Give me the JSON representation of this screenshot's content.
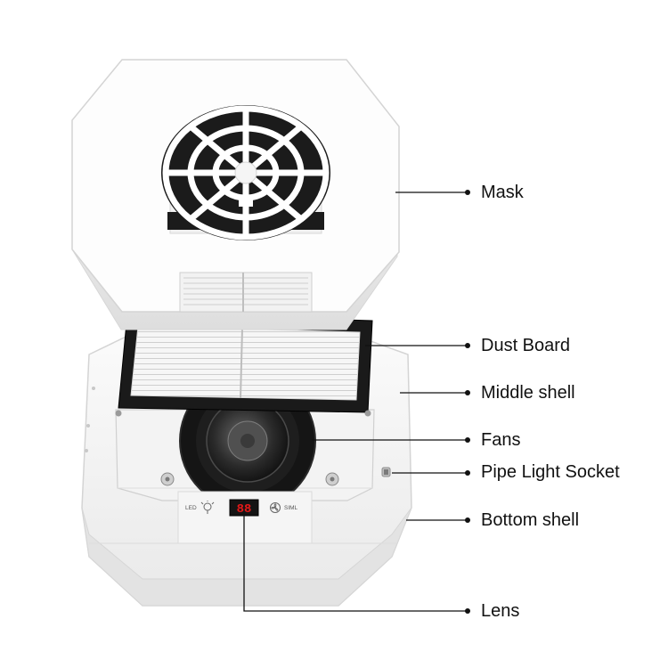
{
  "callouts": {
    "mask": "Mask",
    "dust_board": "Dust Board",
    "middle_shell": "Middle shell",
    "fans": "Fans",
    "pipe_light_socket": "Pipe Light Socket",
    "bottom_shell": "Bottom shell",
    "lens": "Lens"
  },
  "control_panel": {
    "led_label": "LED",
    "display_value": "88",
    "fan_label": "SIML"
  },
  "colors": {
    "leader_line": "#111111",
    "display_digits": "#e01818",
    "filter_border": "#1a1a1a"
  }
}
